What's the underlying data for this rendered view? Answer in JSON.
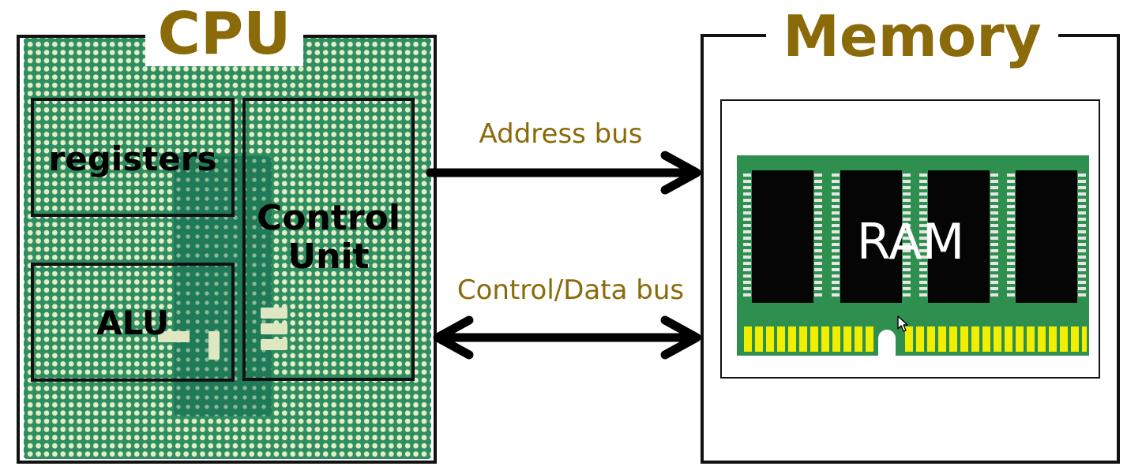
{
  "cpu": {
    "title": "CPU",
    "registers_label": "registers",
    "alu_label": "ALU",
    "control_unit_label": "Control Unit"
  },
  "memory": {
    "title": "Memory",
    "ram_label": "RAM"
  },
  "buses": {
    "address_label": "Address bus",
    "control_data_label": "Control/Data bus"
  },
  "colors": {
    "heading": "#8b6a0a",
    "pcb_green": "#2e8e62",
    "ram_board": "#2f8f4f",
    "gold_contacts": "#f2ee00"
  },
  "icons": [
    "mouse-cursor-icon"
  ]
}
